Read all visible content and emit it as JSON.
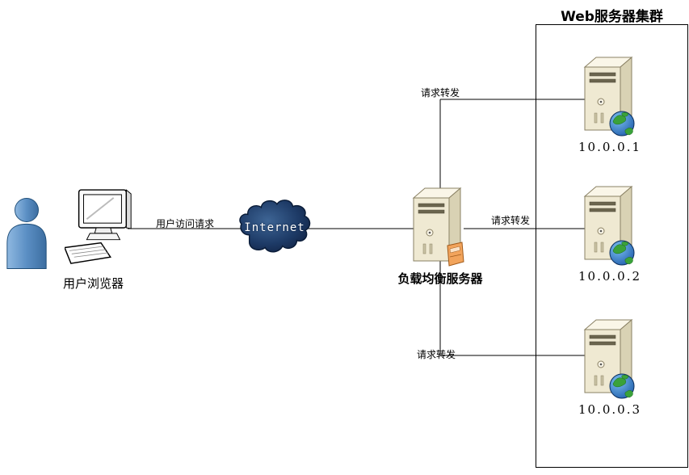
{
  "diagram": {
    "cluster": {
      "title": "Web服务器集群",
      "servers": [
        {
          "ip": "10.0.0.1"
        },
        {
          "ip": "10.0.0.2"
        },
        {
          "ip": "10.0.0.3"
        }
      ]
    },
    "user": {
      "label": "用户浏览器"
    },
    "internet": {
      "label": "Internet"
    },
    "load_balancer": {
      "label": "负载均衡服务器"
    },
    "edges": {
      "user_request_label": "用户访问请求",
      "forward_top_label": "请求转发",
      "forward_middle_label": "请求转发",
      "forward_bottom_label": "请求转发"
    }
  },
  "colors": {
    "person_blue": "#5b8fc4",
    "cloud_navy": "#1d3a66",
    "server_beige": "#efe9d2",
    "globe_ocean": "#1b58a8",
    "globe_land": "#3aa23a",
    "card_orange": "#f2a45c",
    "line_black": "#000000"
  }
}
